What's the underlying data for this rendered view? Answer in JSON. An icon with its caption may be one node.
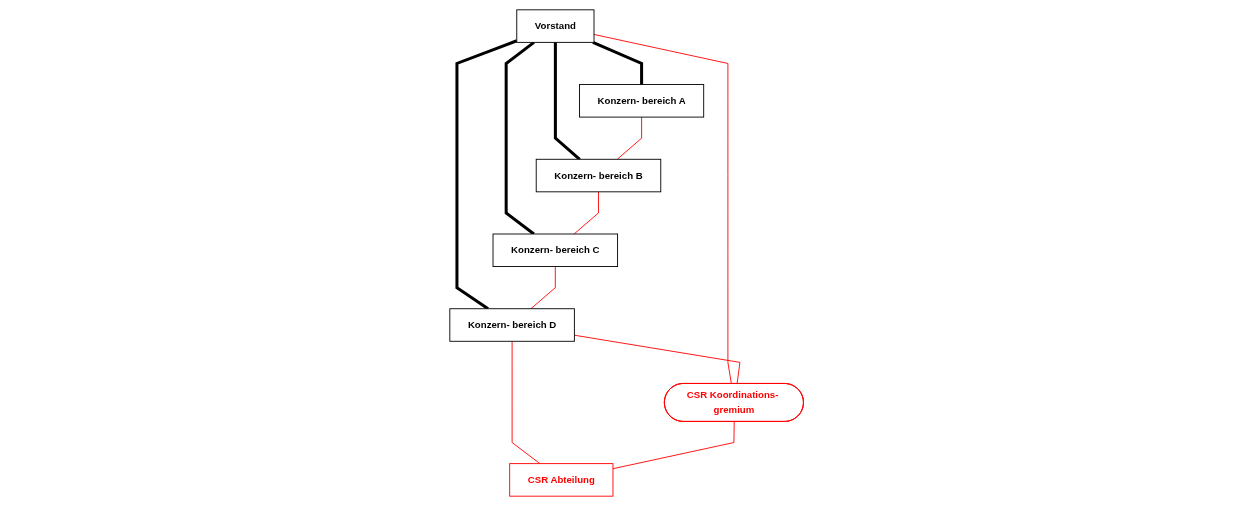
{
  "diagram": {
    "nodes": [
      {
        "text": [
          "Vorstand"
        ]
      },
      {
        "text": [
          "Konzern- bereich A"
        ]
      },
      {
        "text": [
          "Konzern- bereich B"
        ]
      },
      {
        "text": [
          "Konzern- bereich C"
        ]
      },
      {
        "text": [
          "Konzern- bereich D"
        ]
      },
      {
        "text": [
          "CSR Koordinations- gremium"
        ]
      },
      {
        "text": [
          "CSR Abteilung"
        ]
      }
    ],
    "edges": [
      {
        "from": 0,
        "to": 1,
        "arrow": "none",
        "style": "thick",
        "color": "#000000"
      },
      {
        "from": 0,
        "to": 2,
        "arrow": "none",
        "style": "thick",
        "color": "#000000"
      },
      {
        "from": 0,
        "to": 3,
        "arrow": "none",
        "style": "thick",
        "color": "#000000"
      },
      {
        "from": 0,
        "to": 4,
        "arrow": "none",
        "style": "thick",
        "color": "#000000"
      },
      {
        "from": 0,
        "to": 5,
        "arrow": "none"
      },
      {
        "from": 1,
        "to": 2,
        "arrow": "none"
      },
      {
        "from": 2,
        "to": 3,
        "arrow": "none"
      },
      {
        "from": 3,
        "to": 4,
        "arrow": "none"
      },
      {
        "from": 4,
        "to": 5,
        "arrow": "none"
      },
      {
        "from": 4,
        "to": 6,
        "arrow": "none"
      },
      {
        "from": 5,
        "to": 6,
        "arrow": "none"
      }
    ]
  }
}
